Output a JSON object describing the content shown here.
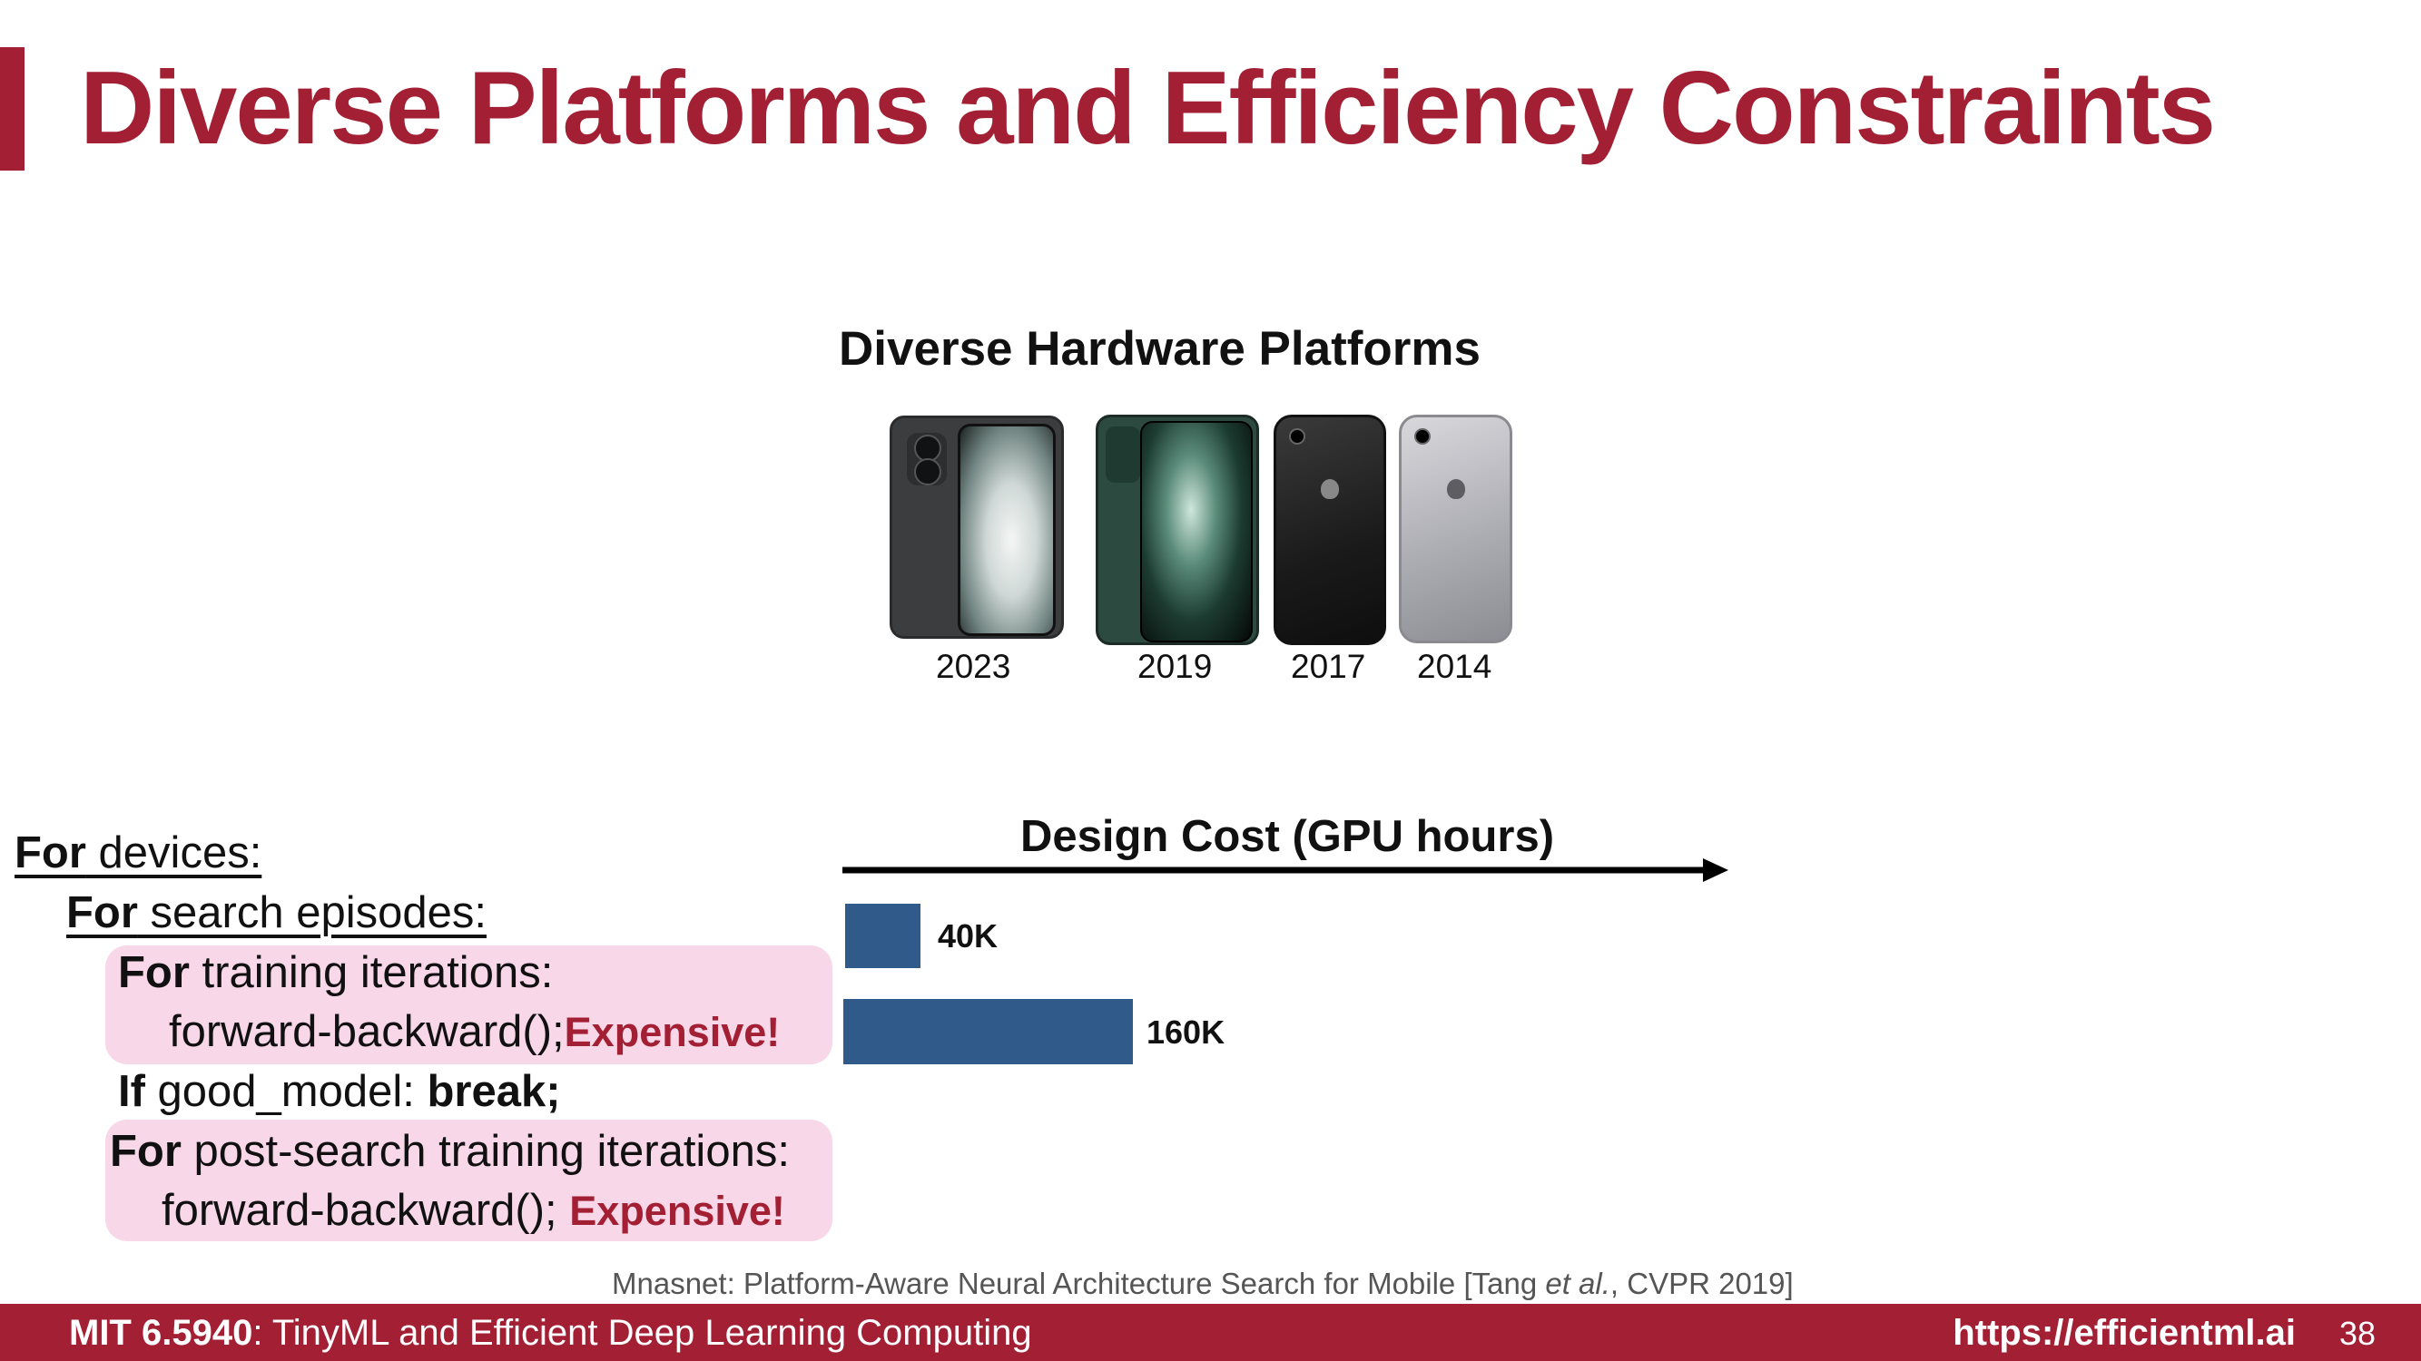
{
  "slide": {
    "title": "Diverse Platforms and Efficiency Constraints",
    "accent_color": "#a31f34"
  },
  "hardware": {
    "title": "Diverse Hardware Platforms",
    "years": [
      "2023",
      "2019",
      "2017",
      "2014"
    ]
  },
  "cost": {
    "title": "Design Cost (GPU hours)",
    "bar_color": "#2f5a8a",
    "bars": [
      {
        "label": "40K",
        "value": 40
      },
      {
        "label": "160K",
        "value": 160
      }
    ]
  },
  "code": {
    "line1_kw": "For",
    "line1_rest": " devices:",
    "line2_kw": "For",
    "line2_rest": " search episodes:",
    "line3_kw": "For",
    "line3_rest": " training iterations:",
    "line4_text": "forward-backward();",
    "line4_tag": "Expensive!",
    "line5_kw": "If",
    "line5_mid": " good_model: ",
    "line5_kw2": "break;",
    "line6_kw": "For",
    "line6_rest": " post-search training iterations:",
    "line7_text": "forward-backward(); ",
    "line7_tag": "Expensive!",
    "highlight_color": "#f8d7e8"
  },
  "citation": {
    "before": "Mnasnet: Platform-Aware Neural Architecture Search for Mobile [Tang ",
    "italic": "et al.",
    "after": ", CVPR 2019]"
  },
  "footer": {
    "course_code": "MIT 6.5940",
    "course_name": ": TinyML and Efficient Deep Learning Computing",
    "url": "https://efficientml.ai",
    "page_number": "38"
  }
}
